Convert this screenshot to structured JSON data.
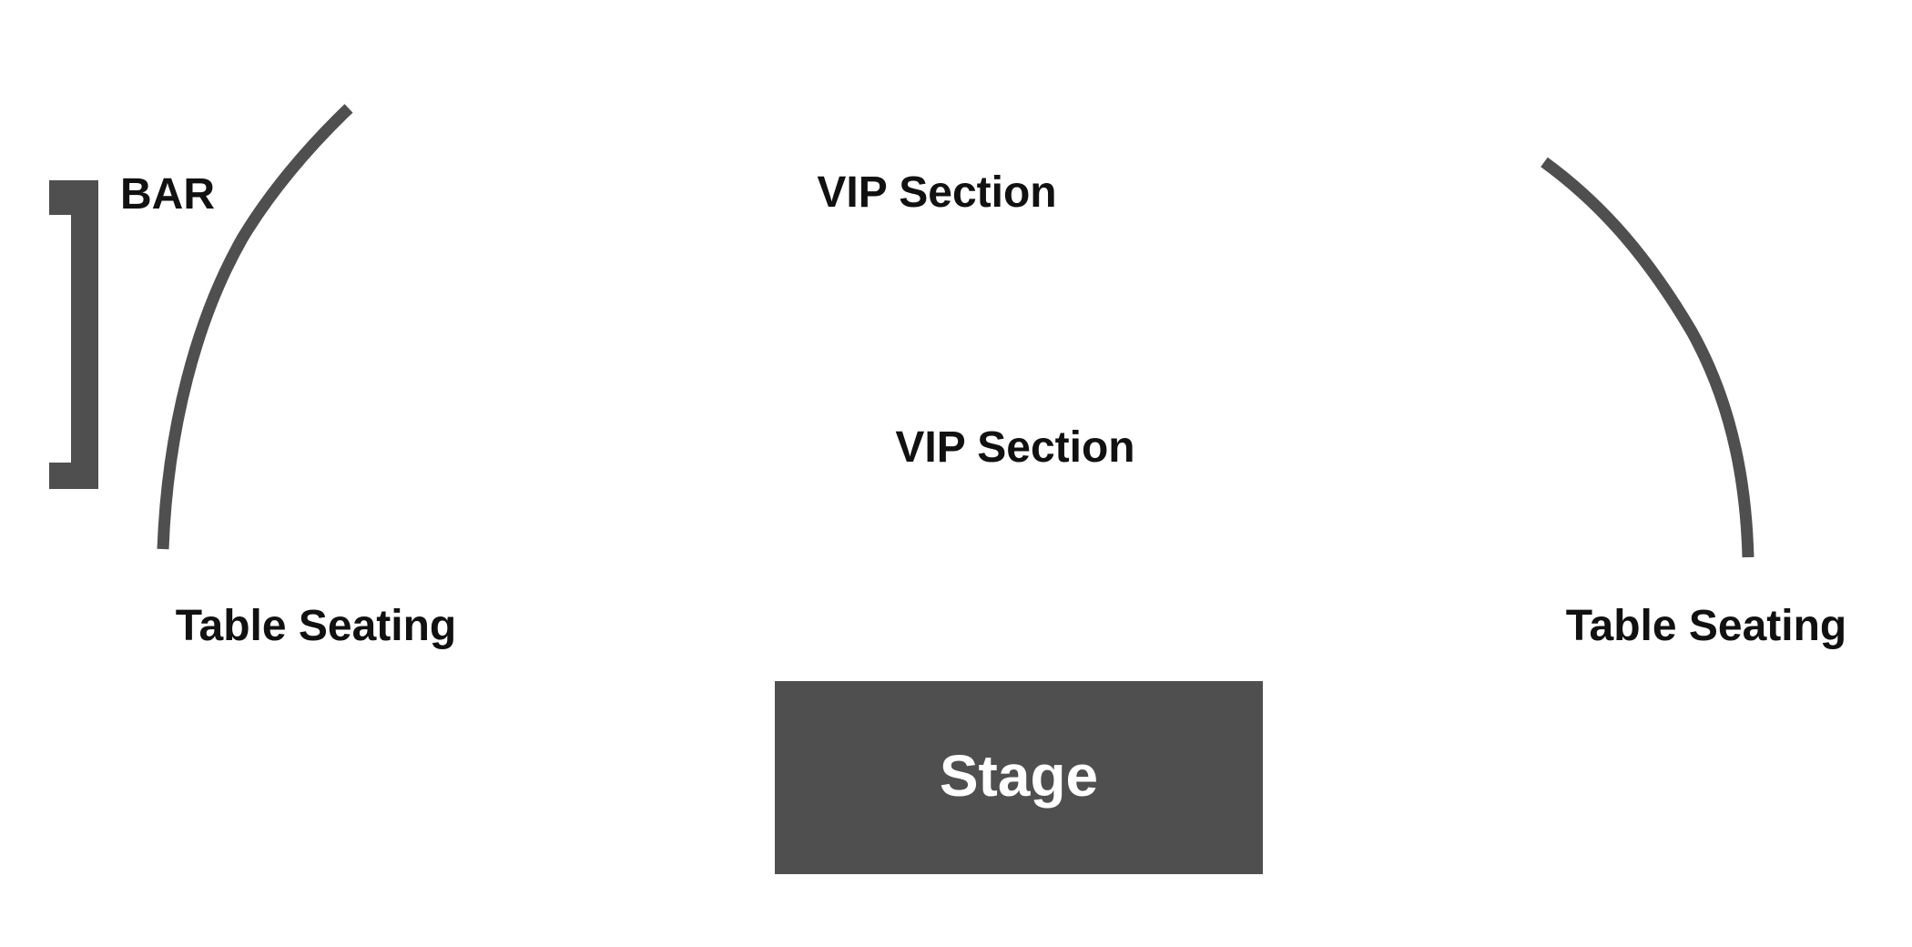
{
  "labels": {
    "bar": "BAR",
    "vip_upper": "VIP Section",
    "vip_lower": "VIP Section",
    "table_left": "Table Seating",
    "table_right": "Table Seating",
    "stage": "Stage"
  },
  "colors": {
    "background": "#ffffff",
    "structure": "#4f4f4f",
    "text": "#111111",
    "stage_text": "#ffffff"
  }
}
